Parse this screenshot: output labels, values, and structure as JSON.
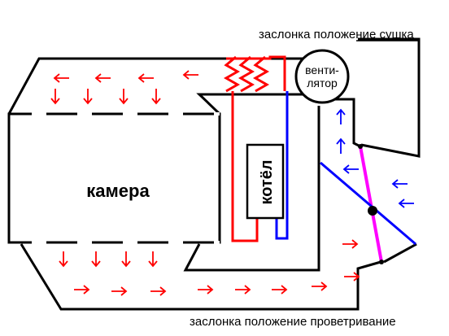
{
  "labels": {
    "chamber": "камера",
    "boiler": "котёл",
    "fan_line1": "венти-",
    "fan_line2": "лятор",
    "damper_dry": "заслонка положение сушка",
    "damper_vent": "заслонка положение проветривание"
  },
  "colors": {
    "duct": "#000000",
    "arrow_red": "#ff0000",
    "arrow_blue": "#0000ff",
    "heater": "#ff0000",
    "pipe_hot": "#ff0000",
    "pipe_cold": "#0000ff",
    "damper_dry": "#ff00ff",
    "damper_vent": "#0000ff"
  },
  "icons": {
    "arrow": "arrow-icon",
    "heater": "heater-coil-icon",
    "pivot": "damper-pivot-icon"
  }
}
